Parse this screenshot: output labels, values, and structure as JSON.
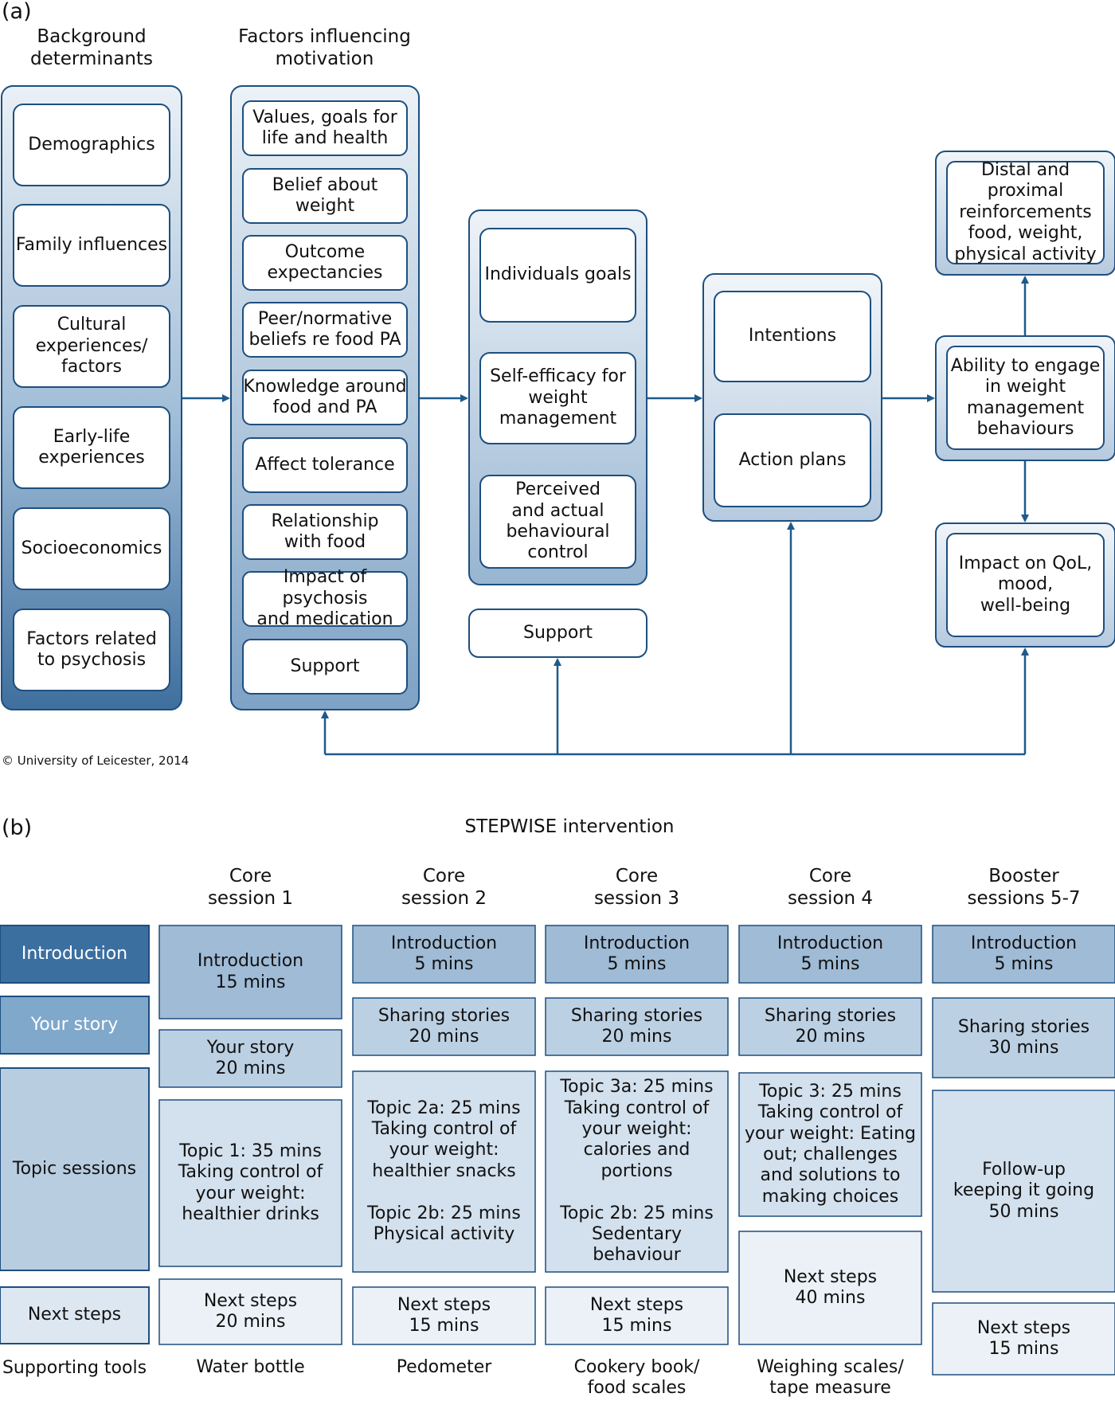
{
  "panel_a": {
    "label": "(a)",
    "copyright": "© University of Leicester, 2014",
    "group_titles": {
      "background": "Background\ndeterminants",
      "motivation": "Factors influencing\nmotivation"
    },
    "background_items": [
      "Demographics",
      "Family influences",
      "Cultural\nexperiences/\nfactors",
      "Early-life\nexperiences",
      "Socioeconomics",
      "Factors related\nto psychosis"
    ],
    "motivation_items": [
      "Values, goals for\nlife and health",
      "Belief about weight",
      "Outcome\nexpectancies",
      "Peer/normative\nbeliefs re food PA",
      "Knowledge around\nfood and PA",
      "Affect tolerance",
      "Relationship\nwith food",
      "Impact of psychosis\nand medication",
      "Support"
    ],
    "goals_items": [
      "Individuals goals",
      "Self-efficacy for\nweight\nmanagement",
      "Perceived\nand actual\nbehavioural\ncontrol"
    ],
    "support_box": "Support",
    "intention_items": [
      "Intentions",
      "Action plans"
    ],
    "distal": "Distal and proximal\nreinforcements\nfood, weight,\nphysical activity",
    "ability": "Ability to engage\nin weight\nmanagement\nbehaviours",
    "impact": "Impact on QoL,\nmood,\nwell-being"
  },
  "panel_b": {
    "label": "(b)",
    "title": "STEPWISE intervention",
    "row_labels": [
      "Introduction",
      "Your story",
      "Topic sessions",
      "Next steps"
    ],
    "row_label_colors": [
      "#3b6fa0",
      "#7fa8cb",
      "#b8cde0",
      "#dde7f1"
    ],
    "supporting_tools_label": "Supporting tools",
    "columns": [
      {
        "header": "Core\nsession 1",
        "cells": [
          "Introduction\n15 mins",
          "Your story\n20 mins",
          "Topic 1: 35 mins\nTaking control of\nyour weight:\nhealthier drinks",
          "Next steps\n20 mins"
        ],
        "tool": "Water bottle"
      },
      {
        "header": "Core\nsession 2",
        "cells": [
          "Introduction\n5 mins",
          "Sharing stories\n20 mins",
          "Topic 2a: 25 mins\nTaking control of\nyour weight:\nhealthier snacks\n\nTopic 2b: 25 mins\nPhysical activity",
          "Next steps\n15 mins"
        ],
        "tool": "Pedometer"
      },
      {
        "header": "Core\nsession 3",
        "cells": [
          "Introduction\n5 mins",
          "Sharing stories\n20 mins",
          "Topic 3a: 25 mins\nTaking control of\nyour weight:\ncalories and portions\n\nTopic 2b: 25 mins\nSedentary behaviour",
          "Next steps\n15 mins"
        ],
        "tool": "Cookery book/\nfood scales"
      },
      {
        "header": "Core\nsession 4",
        "cells": [
          "Introduction\n5 mins",
          "Sharing stories\n20 mins",
          "Topic 3: 25 mins\nTaking control of\nyour weight: Eating\nout; challenges\nand solutions to\nmaking choices",
          "Next steps\n40 mins"
        ],
        "tool": "Weighing scales/\ntape measure"
      },
      {
        "header": "Booster\nsessions 5-7",
        "cells": [
          "Introduction\n5 mins",
          "Sharing stories\n30 mins",
          "Follow-up\nkeeping it going\n50 mins",
          "Next steps\n15 mins"
        ],
        "tool": ""
      }
    ]
  },
  "colors": {
    "border": "#1d4f7f",
    "arrow": "#1d5a8c",
    "intro_cell": "#9fbbd6",
    "story_cell": "#bcd0e3",
    "topic_cell": "#d3e0ed",
    "next_cell": "#ebf1f7"
  }
}
